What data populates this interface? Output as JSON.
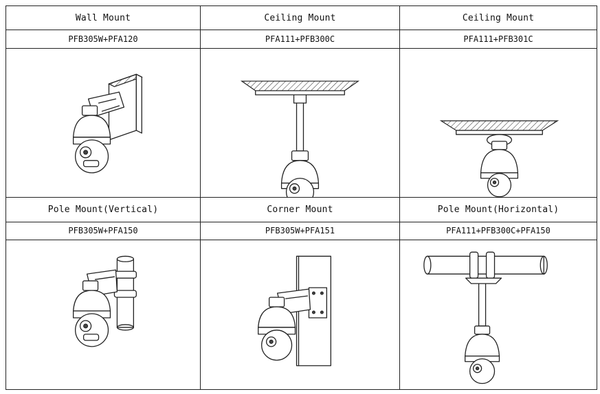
{
  "mounts": [
    {
      "type": "Wall Mount",
      "model": "PFB305W+PFA120",
      "illustration": "wall-mount-illustration"
    },
    {
      "type": "Ceiling Mount",
      "model": "PFA111+PFB300C",
      "illustration": "ceiling-pendant-mount-illustration"
    },
    {
      "type": "Ceiling Mount",
      "model": "PFA111+PFB301C",
      "illustration": "ceiling-flush-mount-illustration"
    },
    {
      "type": "Pole Mount(Vertical)",
      "model": "PFB305W+PFA150",
      "illustration": "pole-vertical-mount-illustration"
    },
    {
      "type": "Corner Mount",
      "model": "PFB305W+PFA151",
      "illustration": "corner-mount-illustration"
    },
    {
      "type": "Pole Mount(Horizontal)",
      "model": "PFA111+PFB300C+PFA150",
      "illustration": "pole-horizontal-mount-illustration"
    }
  ],
  "colors": {
    "line": "#222222",
    "background": "#ffffff"
  }
}
